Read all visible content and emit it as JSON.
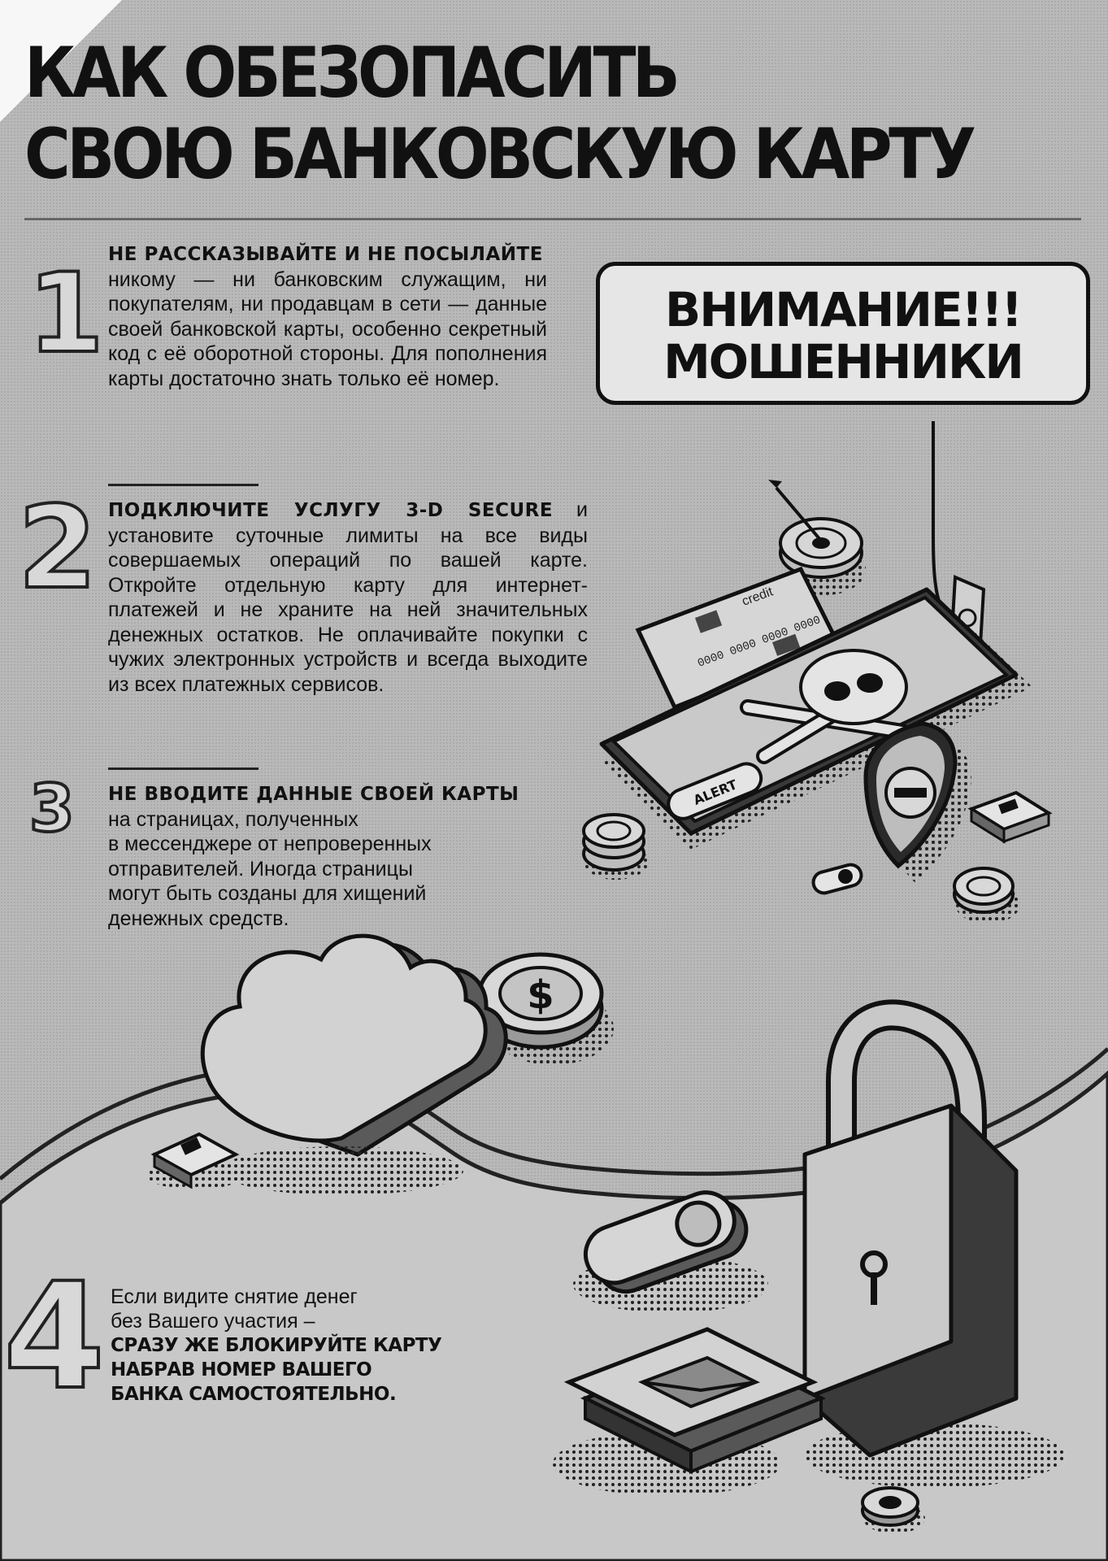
{
  "title": {
    "line1": "КАК ОБЕЗОПАСИТЬ",
    "line2": "СВОЮ БАНКОВСКУЮ КАРТУ"
  },
  "alert": {
    "line1": "ВНИМАНИЕ!!!",
    "line2": "МОШЕННИКИ"
  },
  "steps": [
    {
      "number": "1",
      "heading": "НЕ РАССКАЗЫВАЙТЕ И НЕ ПОСЫЛАЙТЕ",
      "body": "никому — ни банковским служащим, ни покупателям, ни продавцам в сети — данные своей банковской карты, особенно секретный код с её оборотной стороны. Для пополнения карты достаточно знать только её номер."
    },
    {
      "number": "2",
      "heading": "ПОДКЛЮЧИТЕ УСЛУГУ 3-D SECURE",
      "body": " и установите суточные лимиты на все виды совершаемых операций по вашей карте. Откройте отдельную карту для интернет-платежей и не храните на ней значительных денежных остатков. Не оплачивайте покупки с чужих электронных устройств и всегда выходите из всех платежных сервисов."
    },
    {
      "number": "3",
      "heading": "НЕ ВВОДИТЕ ДАННЫЕ СВОЕЙ КАРТЫ",
      "body_lines": [
        "на страницах, полученных",
        "в мессенджере от непроверенных",
        "отправителей. Иногда страницы",
        "могут быть созданы для хищений",
        "денежных средств."
      ]
    },
    {
      "number": "4",
      "lines": [
        "Если видите снятие денег",
        "без Вашего участия –"
      ],
      "bold_lines": [
        "СРАЗУ ЖЕ БЛОКИРУЙТЕ КАРТУ",
        "НАБРАВ НОМЕР ВАШЕГО",
        "БАНКА САМОСТОЯТЕЛЬНО."
      ]
    }
  ],
  "illustration": {
    "card_label": "credit",
    "card_number": "0000 0000 0000 0000",
    "phone_button": "ALERT"
  }
}
